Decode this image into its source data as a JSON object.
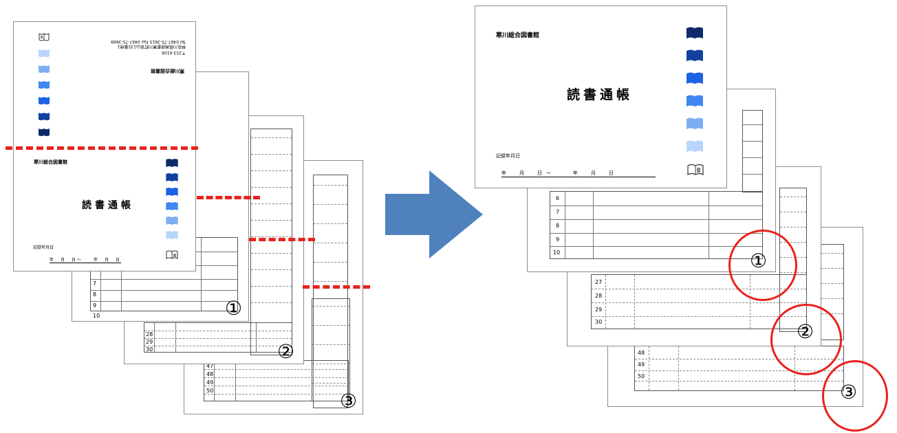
{
  "colors": {
    "book_dark": "#0d2b6b",
    "book_mid_dark": "#11409e",
    "book_blue": "#1c62e4",
    "book_mid": "#3f86f0",
    "book_light": "#7eaef2",
    "book_pale": "#b8d6fb",
    "arrow": "#4f81bd",
    "marker_red": "#e8221c"
  },
  "cover": {
    "library_name": "寒川総合図書館",
    "title": "読書通帳",
    "record_label": "記録年月日",
    "date_line": "年　月　日～　　年　月　日",
    "address_postal": "〒253-0106",
    "address_line": "神奈川県高座郡寒川町宮山135番地1",
    "phone_fax": "Tel 0467-75-3615 Fax 0467-75-3669"
  },
  "markers": {
    "page1": "①",
    "page2": "②",
    "page3": "③"
  },
  "row_numbers": {
    "sheet1": [
      "6",
      "7",
      "8",
      "9",
      "10"
    ],
    "sheet2": [
      "27",
      "28",
      "29",
      "30"
    ],
    "sheet3": [
      "48",
      "49",
      "50"
    ]
  },
  "left_row_numbers": {
    "sheet1": [
      "7",
      "8",
      "9",
      "10"
    ],
    "sheet2": [
      "28",
      "29",
      "30"
    ],
    "sheet3": [
      "47",
      "48",
      "49",
      "50"
    ]
  },
  "icons": [
    "book-icon",
    "reading-book-icon",
    "right-arrow-icon"
  ]
}
